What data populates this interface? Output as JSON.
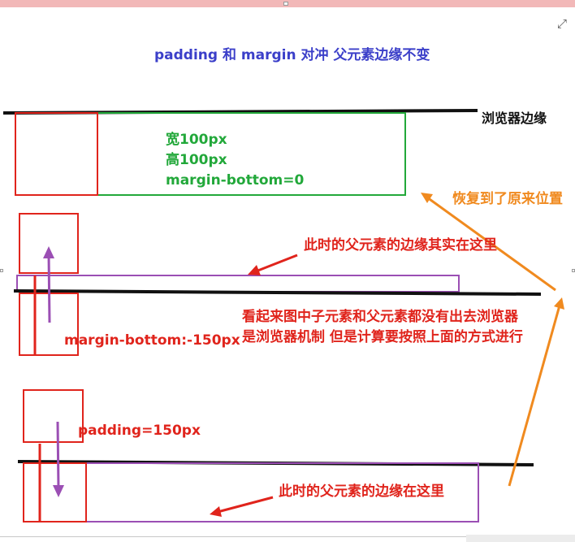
{
  "title": "padding 和 margin 对冲  父元素边缘不变",
  "labels": {
    "browser_edge": "浏览器边缘",
    "width": "宽100px",
    "height": "高100px",
    "margin_bottom_zero": "margin-bottom=0",
    "restored": "恢复到了原来位置",
    "parent_edge_actually_here": "此时的父元素的边缘其实在这里",
    "looks_like_line1": "看起来图中子元素和父元素都没有出去浏览器",
    "looks_like_line2": "是浏览器机制 但是计算要按照上面的方式进行",
    "margin_bottom_neg": "margin-bottom:-150px",
    "padding": "padding=150px",
    "parent_edge_here": "此时的父元素的边缘在这里"
  },
  "icons": {
    "expand": "expand-icon"
  },
  "colors": {
    "title": "#3b3fc9",
    "green": "#22a83a",
    "red": "#e0241c",
    "orange": "#f08a1f",
    "purple": "#9b4fb4",
    "black": "#111111"
  }
}
